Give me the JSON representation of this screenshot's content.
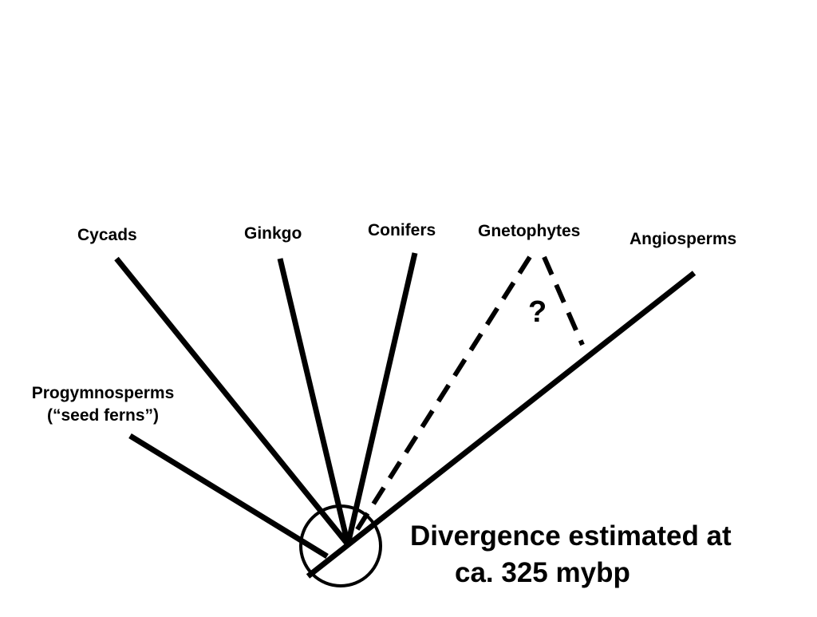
{
  "diagram": {
    "taxa": {
      "cycads": "Cycads",
      "ginkgo": "Ginkgo",
      "conifers": "Conifers",
      "gnetophytes": "Gnetophytes",
      "angiosperms": "Angiosperms",
      "progymnosperms_line1": "Progymnosperms",
      "progymnosperms_line2": "(“seed ferns”)"
    },
    "uncertainty_mark": "?",
    "divergence_note": {
      "line1": "Divergence estimated at",
      "line2": "ca. 325 mybp"
    },
    "colors": {
      "line": "#000000",
      "background": "#ffffff"
    }
  }
}
